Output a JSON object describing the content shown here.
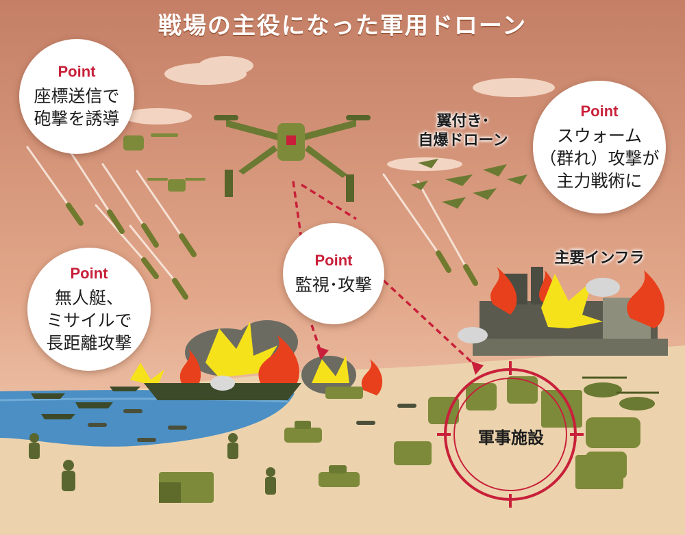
{
  "title": "戦場の主役になった軍用ドローン",
  "point_label": "Point",
  "bubbles": {
    "top_left": "座標送信で\n砲撃を誘導",
    "middle_left": "無人艇、\nミサイルで\n長距離攻撃",
    "center": "監視･攻撃",
    "top_right": "スウォーム\n（群れ）攻撃が\n主力戦術に"
  },
  "labels": {
    "winged_drone": "翼付き･\n自爆ドローン",
    "infrastructure": "主要インフラ",
    "military_facility": "軍事施設"
  },
  "colors": {
    "sky_top": "#c7866b",
    "sky_bottom": "#f3cfb3",
    "ground": "#ecd3ad",
    "sea": "#4b8fc4",
    "military_green": "#7d8a3a",
    "fire": "#e8401c",
    "explosion": "#f6e21a",
    "accent_red": "#c8203a"
  }
}
